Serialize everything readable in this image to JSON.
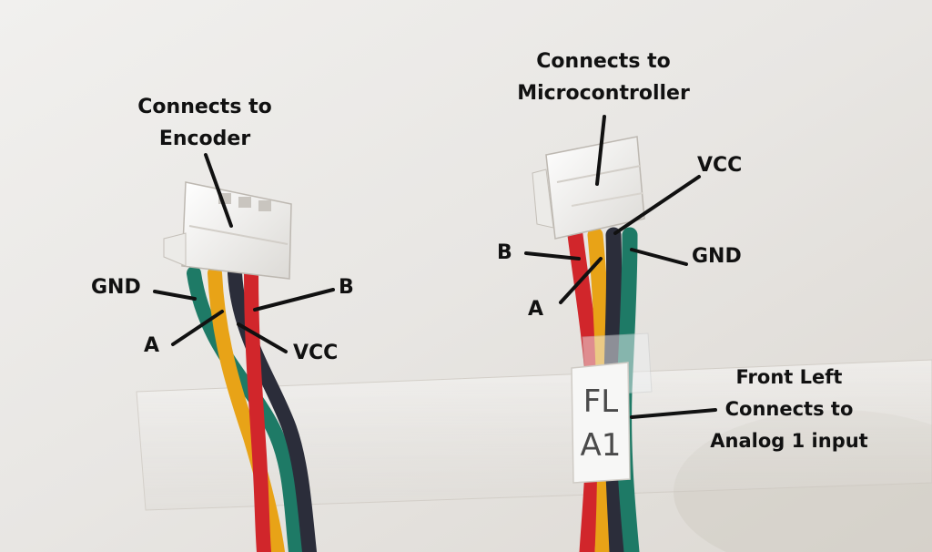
{
  "left_cable": {
    "title_line1": "Connects to",
    "title_line2": "Encoder",
    "pin_gnd": "GND",
    "pin_a": "A",
    "pin_b": "B",
    "pin_vcc": "VCC"
  },
  "right_cable": {
    "title_line1": "Connects to",
    "title_line2": "Microcontroller",
    "pin_vcc": "VCC",
    "pin_b": "B",
    "pin_gnd": "GND",
    "pin_a": "A",
    "note_line1": "Front Left",
    "note_line2": "Connects to",
    "note_line3": "Analog 1 input",
    "tag_line1": "FL",
    "tag_line2": "A1"
  },
  "colors": {
    "background": "#e9e7e4",
    "wire_red": "#d1262b",
    "wire_yellow": "#e8a317",
    "wire_black": "#2b2d3a",
    "wire_green": "#1e7a66",
    "connector": "#f7f6f4",
    "pointer": "#111111"
  }
}
